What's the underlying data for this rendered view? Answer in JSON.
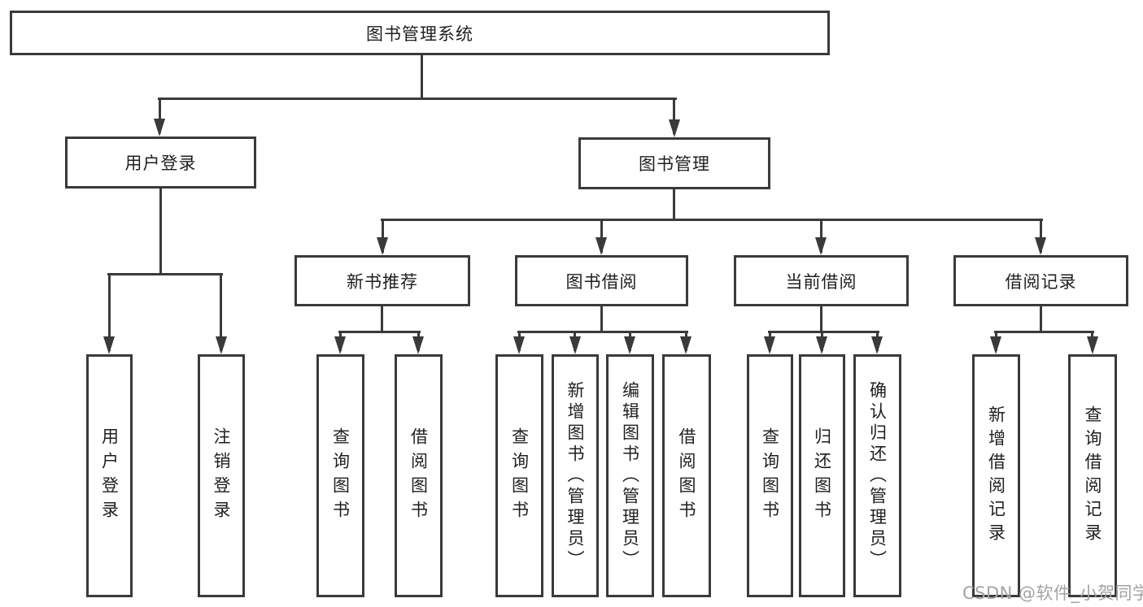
{
  "diagram_title": "图书管理系统",
  "watermark": "CSDN @软件_小贺同学",
  "colors": {
    "line": "#3a3a3a",
    "box_border": "#3a3a3a",
    "text": "#1f1f1f",
    "background": "#ffffff",
    "watermark": "#a3a3a6"
  },
  "nodes": {
    "root": {
      "label": "图书管理系统"
    },
    "level2": [
      {
        "label": "用户登录",
        "parent": "图书管理系统"
      },
      {
        "label": "图书管理",
        "parent": "图书管理系统"
      }
    ],
    "level3": [
      {
        "label": "新书推荐",
        "parent": "图书管理"
      },
      {
        "label": "图书借阅",
        "parent": "图书管理"
      },
      {
        "label": "当前借阅",
        "parent": "图书管理"
      },
      {
        "label": "借阅记录",
        "parent": "图书管理"
      }
    ],
    "leaves": [
      {
        "label": "用户登录",
        "parent": "用户登录"
      },
      {
        "label": "注销登录",
        "parent": "用户登录"
      },
      {
        "label": "查询图书",
        "parent": "新书推荐"
      },
      {
        "label": "借阅图书",
        "parent": "新书推荐"
      },
      {
        "label": "查询图书",
        "parent": "图书借阅"
      },
      {
        "label": "新增图书（管理员）",
        "parent": "图书借阅"
      },
      {
        "label": "编辑图书（管理员）",
        "parent": "图书借阅"
      },
      {
        "label": "借阅图书",
        "parent": "图书借阅"
      },
      {
        "label": "查询图书",
        "parent": "当前借阅"
      },
      {
        "label": "归还图书",
        "parent": "当前借阅"
      },
      {
        "label": "确认归还（管理员）",
        "parent": "当前借阅"
      },
      {
        "label": "新增借阅记录",
        "parent": "借阅记录"
      },
      {
        "label": "查询借阅记录",
        "parent": "借阅记录"
      }
    ]
  }
}
